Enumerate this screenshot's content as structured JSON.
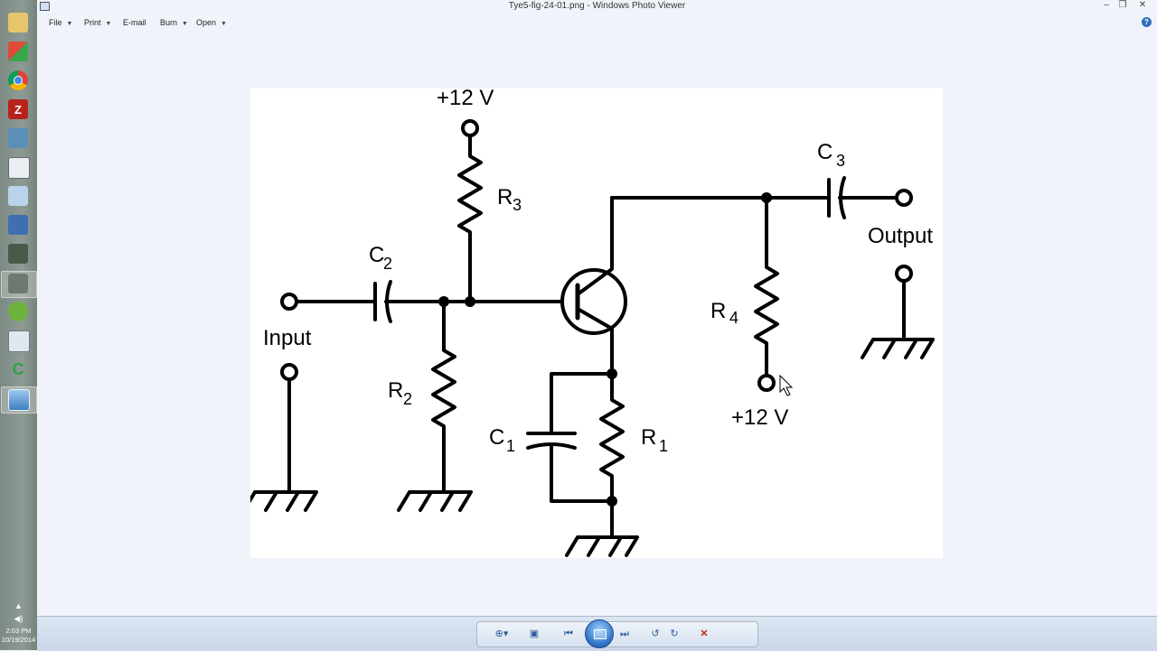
{
  "window": {
    "title": "Tye5-fig-24-01.png - Windows Photo Viewer",
    "controls": [
      "minimize-icon",
      "restore-icon",
      "close-icon"
    ]
  },
  "menu": {
    "items": [
      {
        "label": "File",
        "has_dropdown": true
      },
      {
        "label": "Print",
        "has_dropdown": true
      },
      {
        "label": "E-mail",
        "has_dropdown": false
      },
      {
        "label": "Burn",
        "has_dropdown": true
      },
      {
        "label": "Open",
        "has_dropdown": true
      }
    ],
    "help_icon": "help-icon"
  },
  "taskbar": {
    "icons": [
      "file-explorer-icon",
      "puzzle-app-icon",
      "chrome-icon",
      "filezilla-icon",
      "network-icon",
      "notepad-icon",
      "document-icon",
      "bookmark-app-icon",
      "storage-icon",
      "media-app-icon",
      "green-app-icon",
      "calculator-icon",
      "camtasia-icon",
      "photo-viewer-icon"
    ],
    "clock_time": "2:03 PM",
    "clock_date": "10/19/2014"
  },
  "circuit": {
    "labels": {
      "vcc_top": "+12 V",
      "vcc_r4": "+12 V",
      "r1": "R",
      "r1_sub": "1",
      "r2": "R",
      "r2_sub": "2",
      "r3": "R",
      "r3_sub": "3",
      "r4": "R",
      "r4_sub": "4",
      "c1": "C",
      "c1_sub": "1",
      "c2": "C",
      "c2_sub": "2",
      "c3": "C",
      "c3_sub": "3",
      "input": "Input",
      "output": "Output"
    }
  },
  "bottom_toolbar": {
    "buttons": [
      "zoom-icon",
      "actual-size-icon",
      "previous-icon",
      "slideshow-icon",
      "next-icon",
      "rotate-counterclockwise-icon",
      "rotate-clockwise-icon",
      "delete-icon"
    ]
  }
}
